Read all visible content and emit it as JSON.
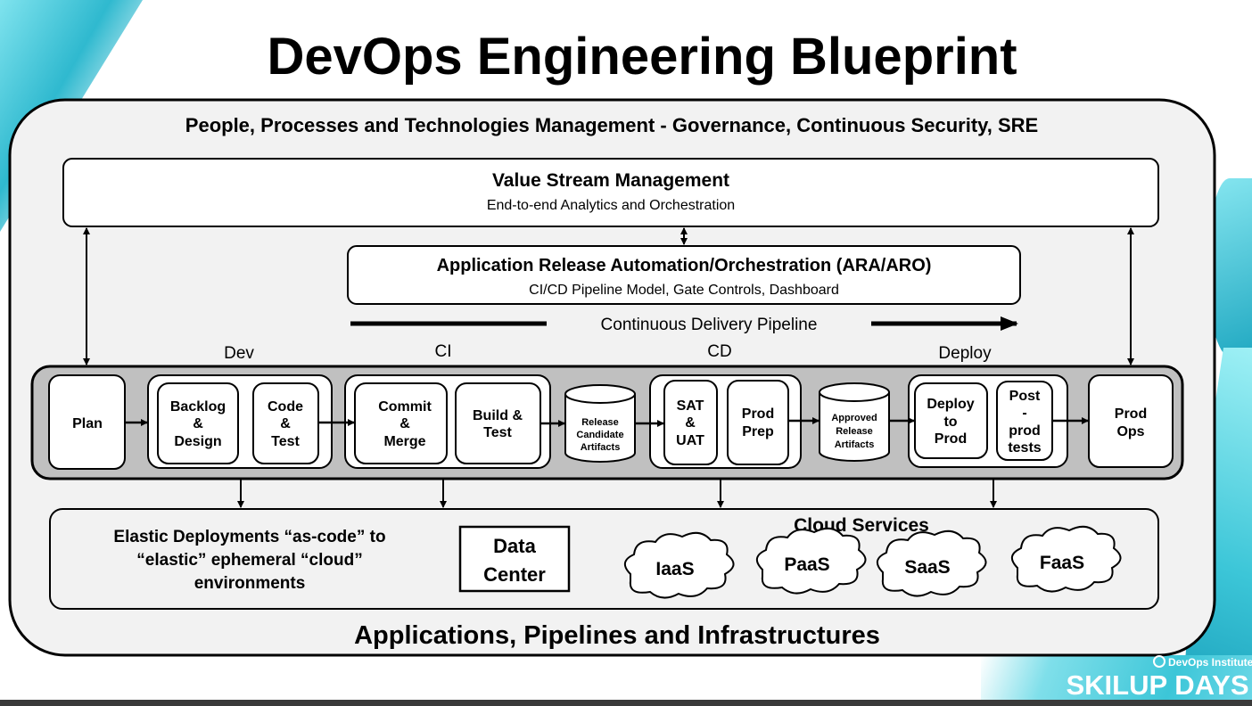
{
  "title": "DevOps Engineering Blueprint",
  "header": "People, Processes  and Technologies Management - Governance, Continuous Security, SRE",
  "vsm": {
    "title": "Value Stream Management",
    "subtitle": "End-to-end Analytics and Orchestration"
  },
  "ara": {
    "title": "Application Release Automation/Orchestration (ARA/ARO)",
    "subtitle": "CI/CD Pipeline Model, Gate Controls, Dashboard"
  },
  "pipeline_label": "Continuous Delivery Pipeline",
  "phases": {
    "dev": "Dev",
    "ci": "CI",
    "cd": "CD",
    "deploy": "Deploy"
  },
  "stages": {
    "plan": [
      "Plan"
    ],
    "backlog": [
      "Backlog",
      "&",
      "Design"
    ],
    "code": [
      "Code",
      "&",
      "Test"
    ],
    "commit": [
      "Commit",
      "&",
      "Merge"
    ],
    "build": [
      "Build &",
      "Test"
    ],
    "release_candidate": [
      "Release",
      "Candidate",
      "Artifacts"
    ],
    "sat": [
      "SAT",
      "&",
      "UAT"
    ],
    "prod_prep": [
      "Prod",
      "Prep"
    ],
    "approved": [
      "Approved",
      "Release",
      "Artifacts"
    ],
    "deploy_prod": [
      "Deploy",
      "to",
      "Prod"
    ],
    "post_prod": [
      "Post",
      "-",
      "prod",
      "tests"
    ],
    "prod_ops": [
      "Prod",
      "Ops"
    ]
  },
  "infra": {
    "elastic": [
      "Elastic Deployments “as-code”  to",
      "“elastic” ephemeral “cloud”",
      "environments"
    ],
    "data_center": [
      "Data",
      "Center"
    ],
    "cloud_services": "Cloud Services",
    "clouds": [
      "IaaS",
      "PaaS",
      "SaaS",
      "FaaS"
    ]
  },
  "footer": "Applications, Pipelines and Infrastructures",
  "brand": {
    "org": "DevOps Institute",
    "event": "SKILUP DAYS"
  },
  "colors": {
    "band": "#c0c0c0",
    "panel": "#f2f2f2",
    "teal": "#3cc6d8",
    "bottom_bar": "#3a3a3a"
  }
}
